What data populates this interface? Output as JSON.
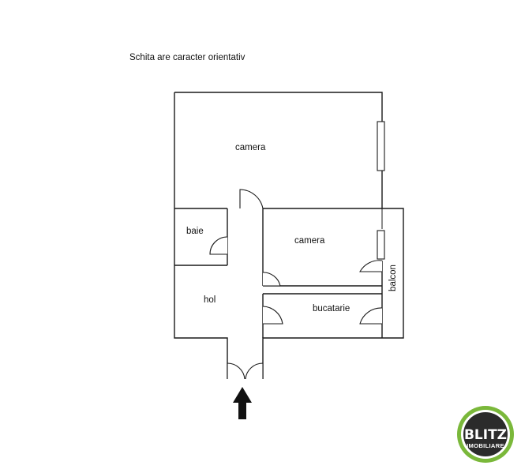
{
  "note": "Schita are caracter orientativ",
  "rooms": {
    "camera_large": "camera",
    "camera_small": "camera",
    "baie": "baie",
    "hol": "hol",
    "bucatarie": "bucatarie",
    "balcon": "balcon"
  },
  "logo": {
    "brand": "BLITZ",
    "sub": "IMOBILIARE",
    "ring_color": "#7ab83a",
    "inner_color": "#2b2b2b"
  },
  "entry_arrow": "arrow-up-icon"
}
